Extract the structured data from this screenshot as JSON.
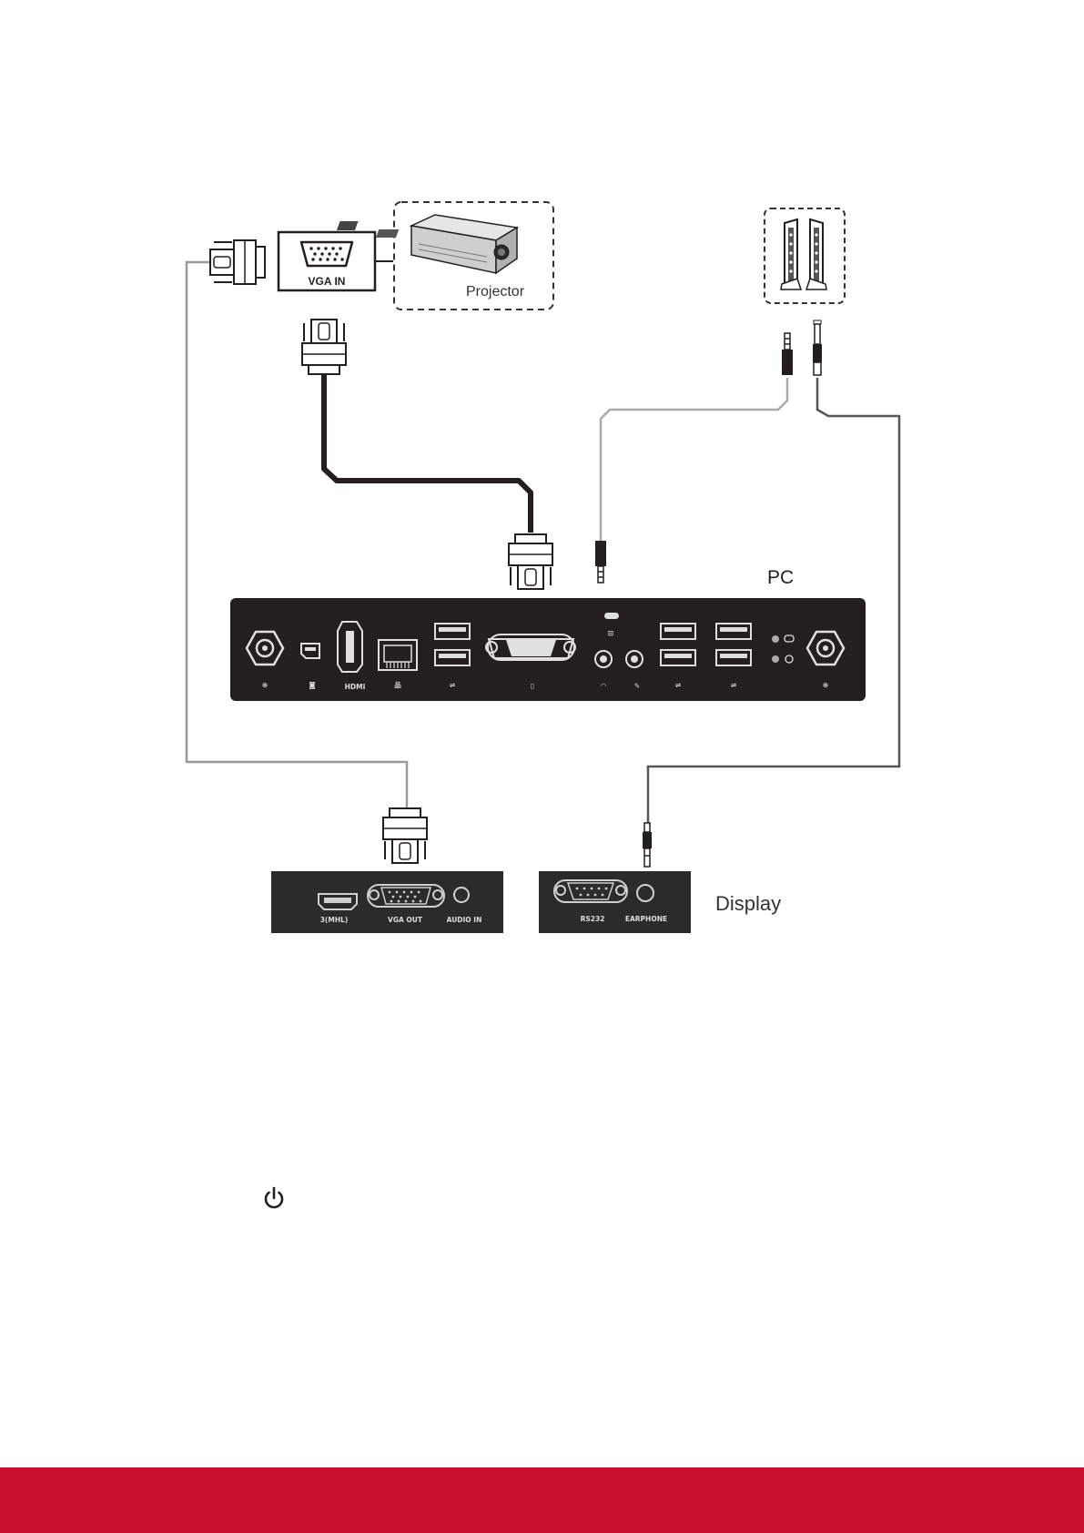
{
  "diagram": {
    "projector": {
      "label": "Projector",
      "port_label": "VGA IN",
      "icon": "projector-icon"
    },
    "speakers": {
      "icon": "speakers-icon"
    },
    "pc": {
      "label": "PC",
      "ports": [
        "antenna",
        "mini-displayport",
        "HDMI",
        "LAN",
        "USB",
        "VGA",
        "audio-out",
        "mic-in",
        "USB",
        "USB",
        "power-led",
        "antenna"
      ],
      "port_hdmi_label": "HDMI"
    },
    "display": {
      "label": "Display",
      "panel_left_labels": [
        "3(MHL)",
        "VGA OUT",
        "AUDIO IN"
      ],
      "panel_right_labels": [
        "RS232",
        "EARPHONE"
      ]
    },
    "power_icon": "power-icon"
  },
  "colors": {
    "footer": "#c8102e",
    "panel": "#231f20",
    "display_panel": "#2b2b2b",
    "cable_dark": "#231f20",
    "cable_grey": "#9a9a9a"
  }
}
